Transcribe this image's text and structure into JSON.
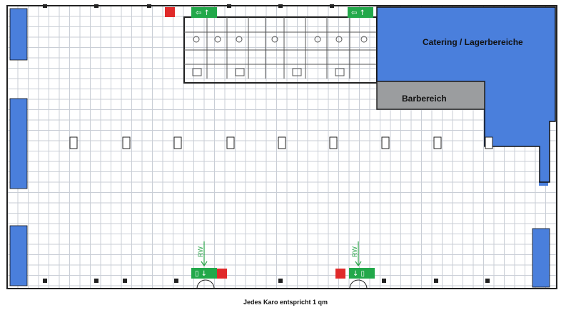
{
  "caption": "Jedes Karo entspricht 1 qm",
  "zones": {
    "catering": {
      "label": "Catering / Lagerbereiche",
      "color": "#4a7fdc"
    },
    "bar": {
      "label": "Barbereich",
      "color": "#9b9d9f"
    }
  },
  "walls": {
    "color": "#4a7fdc"
  },
  "signs": {
    "fire_color": "#e02a2a",
    "exit_color": "#22a84a",
    "rw_text": "RW"
  },
  "colors": {
    "line": "#222222",
    "grid": "#c9ced6",
    "restroom_line": "#555555"
  }
}
